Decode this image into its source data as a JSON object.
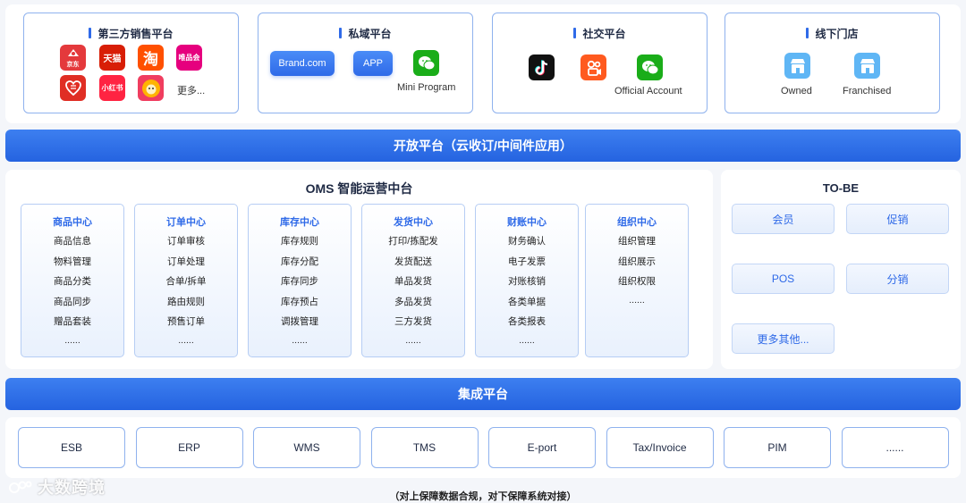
{
  "top": {
    "third_party": {
      "title": "第三方销售平台",
      "logos": [
        {
          "icon": "jd-logo",
          "text": "京东",
          "color": "#e4393c"
        },
        {
          "icon": "tmall-logo",
          "text": "天猫",
          "color": "#d81e06"
        },
        {
          "icon": "taobao-logo",
          "text": "淘",
          "color": "#ff5000"
        },
        {
          "icon": "vip-logo",
          "text": "唯品会",
          "color": "#e6007e"
        },
        {
          "icon": "pinduoduo-logo",
          "text": "",
          "color": "#e02e24"
        },
        {
          "icon": "xiaohongshu-logo",
          "text": "小红书",
          "color": "#ff2442"
        },
        {
          "icon": "suning-logo",
          "text": "",
          "color": "#f03d5f"
        }
      ],
      "more": "更多..."
    },
    "private": {
      "title": "私域平台",
      "brand_label": "Brand.com",
      "app_label": "APP",
      "mini_program": "Mini Program"
    },
    "social": {
      "title": "社交平台",
      "official_account": "Official Account"
    },
    "offline": {
      "title": "线下门店",
      "owned": "Owned",
      "franchised": "Franchised"
    }
  },
  "open_platform": "开放平台（云收订/中间件应用）",
  "oms": {
    "title": "OMS 智能运营中台",
    "modules": [
      {
        "title": "商品中心",
        "items": [
          "商品信息",
          "物料管理",
          "商品分类",
          "商品同步",
          "赠品套装",
          "......"
        ]
      },
      {
        "title": "订单中心",
        "items": [
          "订单审核",
          "订单处理",
          "合单/拆单",
          "路由规则",
          "预售订单",
          "......"
        ]
      },
      {
        "title": "库存中心",
        "items": [
          "库存规则",
          "库存分配",
          "库存同步",
          "库存预占",
          "调拨管理",
          "......"
        ]
      },
      {
        "title": "发货中心",
        "items": [
          "打印/拣配发",
          "发货配送",
          "单品发货",
          "多品发货",
          "三方发货",
          "......"
        ]
      },
      {
        "title": "财账中心",
        "items": [
          "财务确认",
          "电子发票",
          "对账核销",
          "各类单据",
          "各类报表",
          "......"
        ]
      },
      {
        "title": "组织中心",
        "items": [
          "组织管理",
          "组织展示",
          "组织权限",
          "......"
        ]
      }
    ]
  },
  "tobe": {
    "title": "TO-BE",
    "items": [
      "会员",
      "促销",
      "POS",
      "分销",
      "更多其他..."
    ]
  },
  "integration_platform": "集成平台",
  "systems": [
    "ESB",
    "ERP",
    "WMS",
    "TMS",
    "E-port",
    "Tax/Invoice",
    "PIM",
    "......"
  ],
  "footnote": "（对上保障数据合规，对下保障系统对接）",
  "watermark": "大数跨境"
}
